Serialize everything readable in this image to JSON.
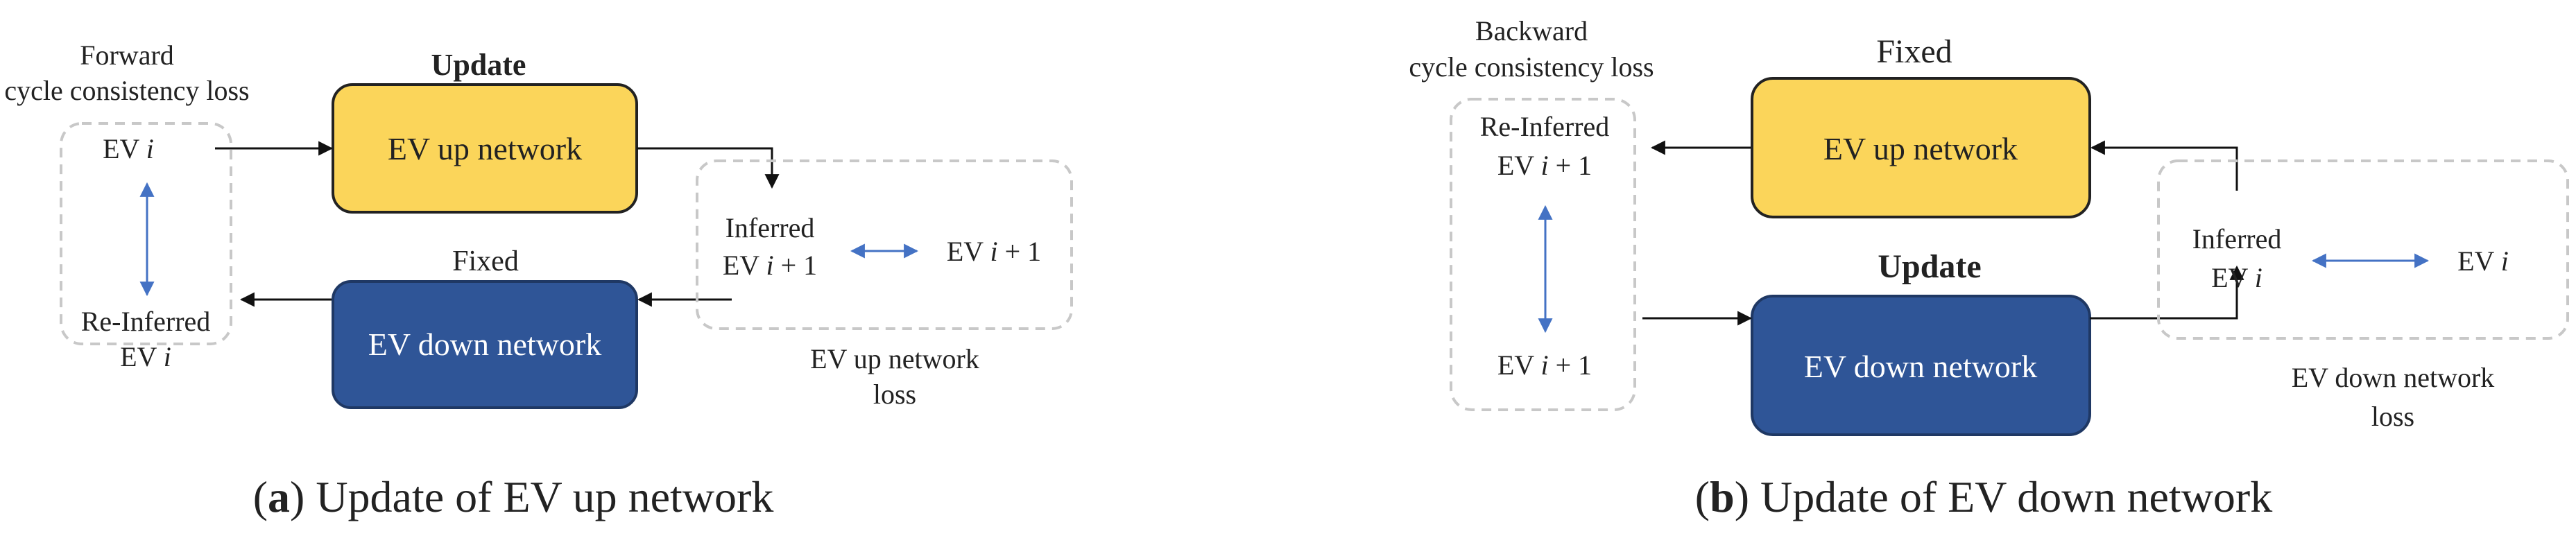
{
  "panel_a": {
    "loss_left": [
      "Forward",
      "cycle consistency loss"
    ],
    "status_top": "Update",
    "status_bottom": "Fixed",
    "box_up": "EV up network",
    "box_down": "EV down network",
    "ev_i_prefix": "EV ",
    "var_i": "i",
    "reinferred_label": "Re-Inferred",
    "inferred_label": "Inferred",
    "ev_i1_prefix": "EV ",
    "ev_i1_suffix": " + 1",
    "right_loss": [
      "EV up network",
      "loss"
    ],
    "caption_letter": "a",
    "caption_text": " Update of EV up network"
  },
  "panel_b": {
    "loss_left": [
      "Backward",
      "cycle consistency loss"
    ],
    "status_top": "Fixed",
    "status_bottom": "Update",
    "box_up": "EV up network",
    "box_down": "EV down network",
    "reinferred_label": "Re-Inferred",
    "inferred_label": "Inferred",
    "ev_prefix": "EV ",
    "var_i": "i",
    "plus_one": " + 1",
    "right_loss": [
      "EV down network",
      "loss"
    ],
    "caption_letter": "b",
    "caption_text": " Update of EV down network"
  },
  "colors": {
    "up_box": "#fbd55a",
    "down_box": "#2f5597",
    "update_text": "#ff0000",
    "bidirectional_arrow": "#4472c4",
    "dashed_border": "#c8c8c8"
  }
}
